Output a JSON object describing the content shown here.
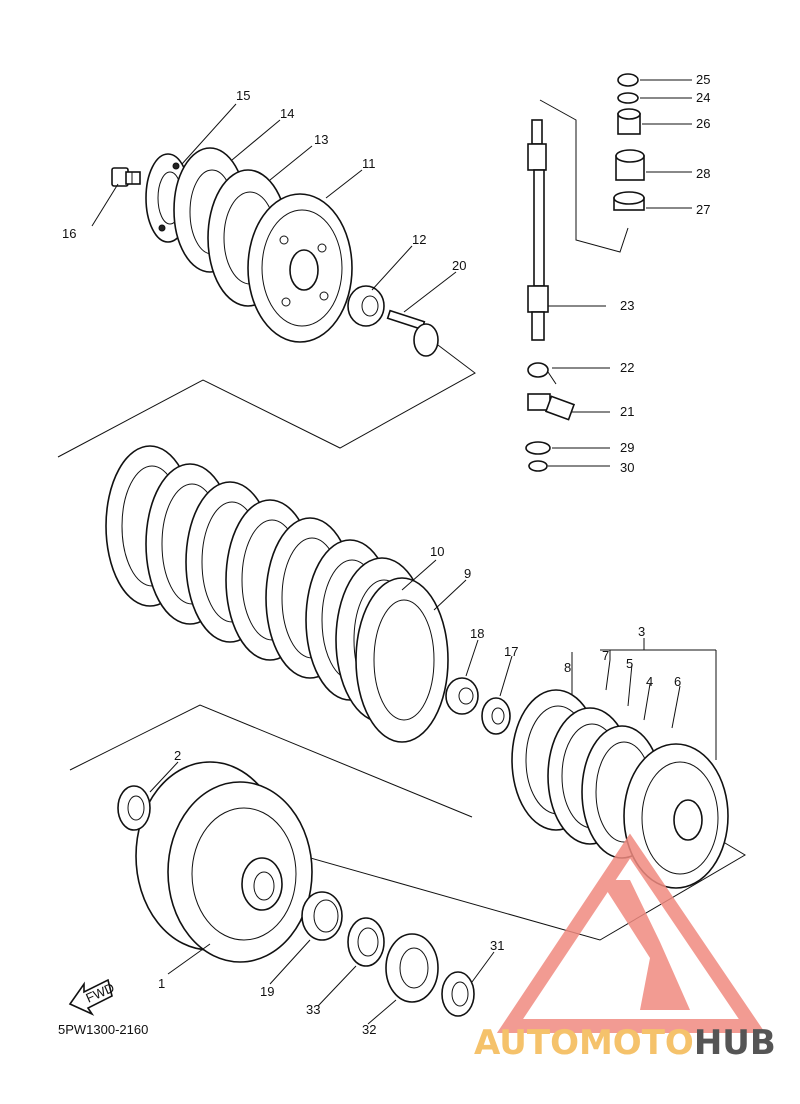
{
  "diagram": {
    "code": "5PW1300-2160",
    "fwd_label": "FWD",
    "callouts": [
      "1",
      "2",
      "3",
      "4",
      "5",
      "6",
      "7",
      "8",
      "9",
      "10",
      "11",
      "12",
      "13",
      "14",
      "15",
      "16",
      "17",
      "18",
      "19",
      "20",
      "21",
      "22",
      "23",
      "24",
      "25",
      "26",
      "27",
      "28",
      "29",
      "30",
      "31",
      "32",
      "33"
    ]
  },
  "watermark": {
    "part1": "AUTOMOTO",
    "part2": "HUB",
    "colors": {
      "logo": "#f08a80",
      "text1": "#f5c26b",
      "text2": "#555555"
    }
  }
}
